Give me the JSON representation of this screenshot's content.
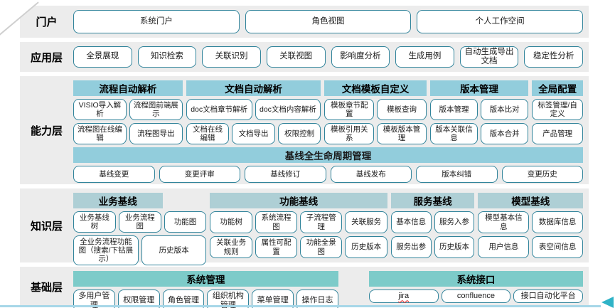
{
  "colors": {
    "band_bg": "#ececec",
    "header_blue": "#92cddc",
    "header_grayblue": "#aecfd5",
    "header_teal": "#7dcbc9",
    "button_border": "#31849b",
    "button_bg": "#ffffff",
    "text": "#1a1a1a",
    "bottom_line": "#a6d7e8",
    "arrow": "#2fb3c7",
    "fold_line": "#cfcfcf"
  },
  "decorations": {
    "misspelled_label": "jira"
  },
  "layers": [
    {
      "id": "portal",
      "label": "门户",
      "buttons": [
        "系统门户",
        "角色视图",
        "个人工作空间"
      ]
    },
    {
      "id": "app",
      "label": "应用层",
      "buttons": [
        "全景展现",
        "知识检索",
        "关联识别",
        "关联视图",
        "影响度分析",
        "生成用例",
        "自动生成导出文档",
        "稳定性分析"
      ]
    },
    {
      "id": "capability",
      "label": "能力层",
      "groups": [
        {
          "title": "流程自动解析",
          "rows": [
            [
              "VISIO导入解析",
              "流程图前端展示"
            ],
            [
              "流程图在线编辑",
              "流程图导出"
            ]
          ]
        },
        {
          "title": "文档自动解析",
          "rows": [
            [
              "doc文档章节解析",
              "doc文档内容解析"
            ],
            [
              "文档在线编辑",
              "文档导出",
              "权限控制"
            ]
          ]
        },
        {
          "title": "文档模板自定义",
          "rows": [
            [
              "模板章节配置",
              "模板查询"
            ],
            [
              "模板引用关系",
              "模板版本管理"
            ]
          ]
        },
        {
          "title": "版本管理",
          "rows": [
            [
              "版本管理",
              "版本比对"
            ],
            [
              "版本关联信息",
              "版本合并"
            ]
          ]
        },
        {
          "title": "全局配置",
          "rows": [
            [
              "标签管理/自定义"
            ],
            [
              "产品管理"
            ]
          ]
        }
      ],
      "baseline": {
        "title": "基线全生命周期管理",
        "buttons": [
          "基线变更",
          "变更评审",
          "基线修订",
          "基线发布",
          "版本纠错",
          "变更历史"
        ]
      }
    },
    {
      "id": "knowledge",
      "label": "知识层",
      "groups": [
        {
          "title": "业务基线",
          "rows": [
            [
              "业务基线树",
              "业务流程图",
              "功能图"
            ],
            [
              "全业务流程功能图（搜索/下钻展示）",
              "历史版本"
            ]
          ]
        },
        {
          "title": "功能基线",
          "rows": [
            [
              "功能树",
              "系统流程图",
              "子流程管理",
              "关联服务"
            ],
            [
              "关联业务规则",
              "属性可配置",
              "功能全景图",
              "历史版本"
            ]
          ]
        },
        {
          "title": "服务基线",
          "rows": [
            [
              "基本信息",
              "服务入参"
            ],
            [
              "服务出参",
              "历史版本"
            ]
          ]
        },
        {
          "title": "模型基线",
          "rows": [
            [
              "模型基本信息",
              "数据库信息"
            ],
            [
              "用户信息",
              "表空间信息"
            ]
          ]
        }
      ]
    },
    {
      "id": "foundation",
      "label": "基础层",
      "groups": [
        {
          "title": "系统管理",
          "rows": [
            [
              "多用户管理",
              "权限管理",
              "角色管理",
              "组织机构管理",
              "菜单管理",
              "操作日志"
            ]
          ]
        },
        {
          "title": "系统接口",
          "rows": [
            [
              "jira",
              "confluence",
              "接口自动化平台"
            ]
          ]
        }
      ]
    }
  ]
}
